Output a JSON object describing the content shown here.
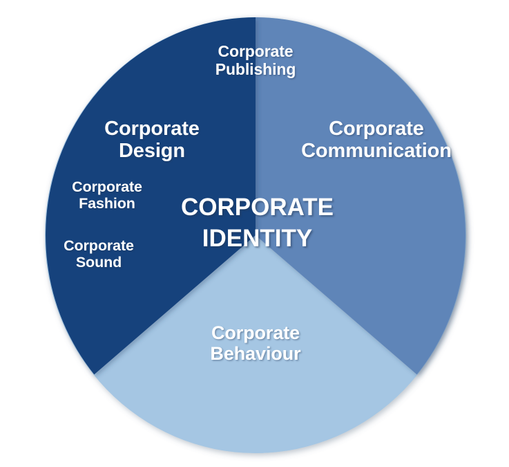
{
  "chart_data": {
    "type": "pie",
    "title": "CORPORATE IDENTITY",
    "center_label": "CORPORATE\nIDENTITY",
    "categories": [
      "Corporate Design",
      "Corporate Communication",
      "Corporate Behaviour"
    ],
    "values": [
      36.1,
      36.1,
      27.8
    ],
    "unit": "percent of circle",
    "start_angle_deg": 0,
    "direction": "clockwise",
    "legend": "none",
    "grid": false,
    "slices": [
      {
        "name": "Corporate Communication",
        "label": "Corporate\nCommunication",
        "color": "#5F85B8",
        "start_angle_deg": 0,
        "end_angle_deg": 130,
        "share_percent": 36.1
      },
      {
        "name": "Corporate Behaviour",
        "label": "Corporate\nBehaviour",
        "color": "#A5C6E3",
        "start_angle_deg": 130,
        "end_angle_deg": 230,
        "share_percent": 27.8
      },
      {
        "name": "Corporate Design",
        "label": "Corporate\nDesign",
        "color": "#12427C",
        "start_angle_deg": 230,
        "end_angle_deg": 360,
        "share_percent": 36.1
      }
    ],
    "annotations": [
      {
        "text": "Corporate\nPublishing",
        "slice": "boundary-design-communication"
      },
      {
        "text": "Corporate\nFashion",
        "slice": "Corporate Design"
      },
      {
        "text": "Corporate\nSound",
        "slice": "Corporate Design"
      }
    ]
  },
  "colors": {
    "background": "#FFFFFF",
    "slice_design": "#12427C",
    "slice_communication": "#5F85B8",
    "slice_behaviour": "#A5C6E3",
    "label_text": "#FFFFFF"
  },
  "labels": {
    "publishing": "Corporate\nPublishing",
    "design": "Corporate\nDesign",
    "communication": "Corporate\nCommunication",
    "fashion": "Corporate\nFashion",
    "sound": "Corporate\nSound",
    "behaviour": "Corporate\nBehaviour",
    "center": "CORPORATE\nIDENTITY"
  }
}
